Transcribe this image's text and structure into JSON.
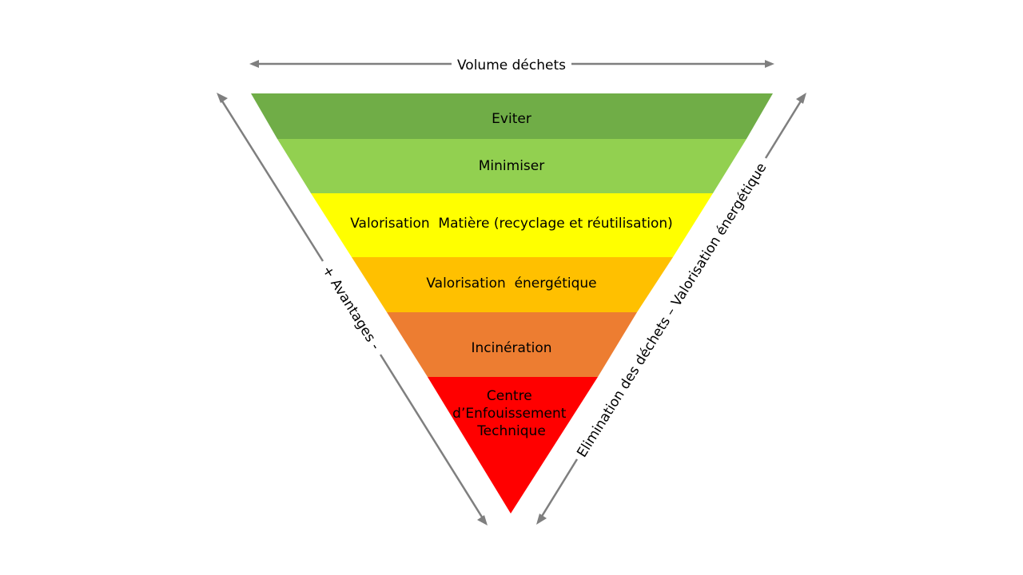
{
  "top_label": "Volume déchets",
  "left_label": "+ Avantages -",
  "right_label": "Elimination des déchets – Valorisation énergétique",
  "levels": [
    {
      "label": "Eviter",
      "color": "#70AD47"
    },
    {
      "label": "Minimiser",
      "color": "#92D050"
    },
    {
      "label": "Valorisation  Matière (recyclage et réutilisation)",
      "color": "#FFFF00"
    },
    {
      "label": "Valorisation  énergétique",
      "color": "#FFC000"
    },
    {
      "label": "Incinération",
      "color": "#ED7D31"
    },
    {
      "label_lines": [
        "Centre",
        "d’Enfouissement",
        "Technique"
      ],
      "color": "#FF0000"
    }
  ],
  "arrow_color": "#7F7F7F"
}
